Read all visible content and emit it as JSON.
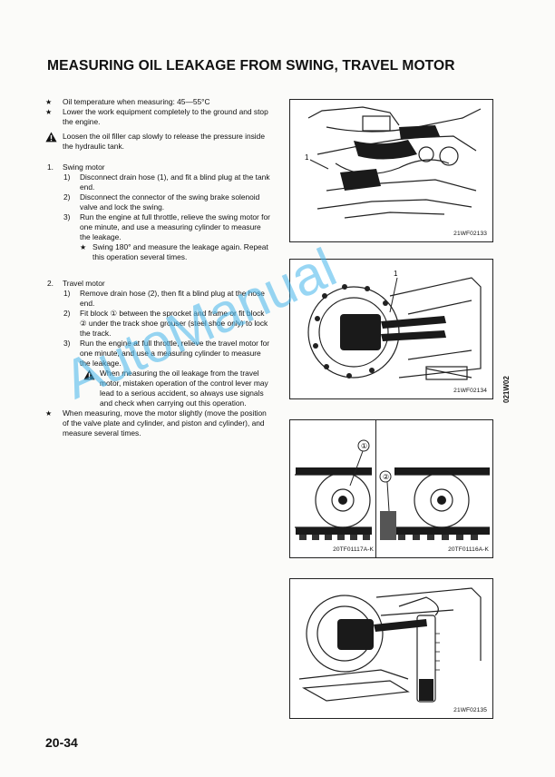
{
  "page": {
    "title": "MEASURING OIL LEAKAGE FROM SWING, TRAVEL MOTOR",
    "page_number": "20-34",
    "side_code": "021W02",
    "watermark": "AutoManual"
  },
  "intro": {
    "oil_temp": "Oil temperature when measuring: 45—55°C",
    "lower_equipment": "Lower the work equipment completely to the ground and stop the engine.",
    "caution_cap": "Loosen the oil filler cap slowly to release the pressure inside the hydraulic tank."
  },
  "swing": {
    "number": "1.",
    "heading": "Swing motor",
    "steps": [
      {
        "n": "1)",
        "text": "Disconnect drain hose (1), and fit a blind plug at the tank end."
      },
      {
        "n": "2)",
        "text": "Disconnect the connector of the swing brake solenoid valve and lock the swing."
      },
      {
        "n": "3)",
        "text": "Run the engine at full throttle, relieve the swing motor for one minute, and use a measuring cylinder to measure the leakage."
      }
    ],
    "note": "Swing 180° and measure the leakage again. Repeat this operation several times."
  },
  "travel": {
    "number": "2.",
    "heading": "Travel motor",
    "steps": [
      {
        "n": "1)",
        "text": "Remove drain hose (2), then fit a blind plug at the hose end."
      },
      {
        "n": "2)",
        "text": "Fit block ① between the sprocket and frame or fit block ② under the track shoe grouser (steel shoe only) to lock the track."
      },
      {
        "n": "3)",
        "text": "Run the engine at full throttle, relieve the travel motor for one minute, and use a measuring cylinder to measure the leakage."
      }
    ],
    "caution": "When measuring the oil leakage from the travel motor, mistaken operation of the control lever may lead to a serious accident, so always use signals and check when carrying out this operation.",
    "final_note": "When measuring, move the motor slightly (move the position of the valve plate and cylinder, and piston and cylinder), and measure several times."
  },
  "figures": {
    "fig1": {
      "code": "21WF02133",
      "label": "1"
    },
    "fig2": {
      "code": "21WF02134",
      "label": "1"
    },
    "fig3a": {
      "code": "20TF01117A-K",
      "label": "①"
    },
    "fig3b": {
      "code": "20TF01116A-K",
      "label": "②"
    },
    "fig4": {
      "code": "21WF02135"
    }
  },
  "icons": {
    "star": "star-icon",
    "warning": "warning-triangle-icon"
  }
}
